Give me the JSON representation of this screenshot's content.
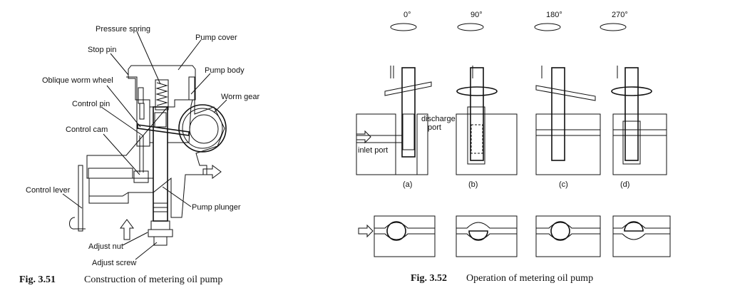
{
  "figure_351": {
    "labels": {
      "pressure_spring": "Pressure spring",
      "pump_cover": "Pump cover",
      "stop_pin": "Stop pin",
      "pump_body": "Pump body",
      "oblique_worm_wheel": "Oblique worm wheel",
      "worm_gear": "Worm gear",
      "control_pin": "Control pin",
      "control_cam": "Control cam",
      "control_lever": "Control lever",
      "pump_plunger": "Pump plunger",
      "adjust_nut": "Adjust nut",
      "adjust_screw": "Adjust screw"
    },
    "caption_number": "Fig. 3.51",
    "caption_text": "Construction of metering oil pump"
  },
  "figure_352": {
    "angles": [
      "0°",
      "90°",
      "180°",
      "270°"
    ],
    "panels": [
      "(a)",
      "(b)",
      "(c)",
      "(d)"
    ],
    "labels": {
      "discharge_port": "discharge",
      "discharge_port_2": "port",
      "inlet_port": "inlet port"
    },
    "caption_number": "Fig. 3.52",
    "caption_text": "Operation of metering oil pump"
  }
}
